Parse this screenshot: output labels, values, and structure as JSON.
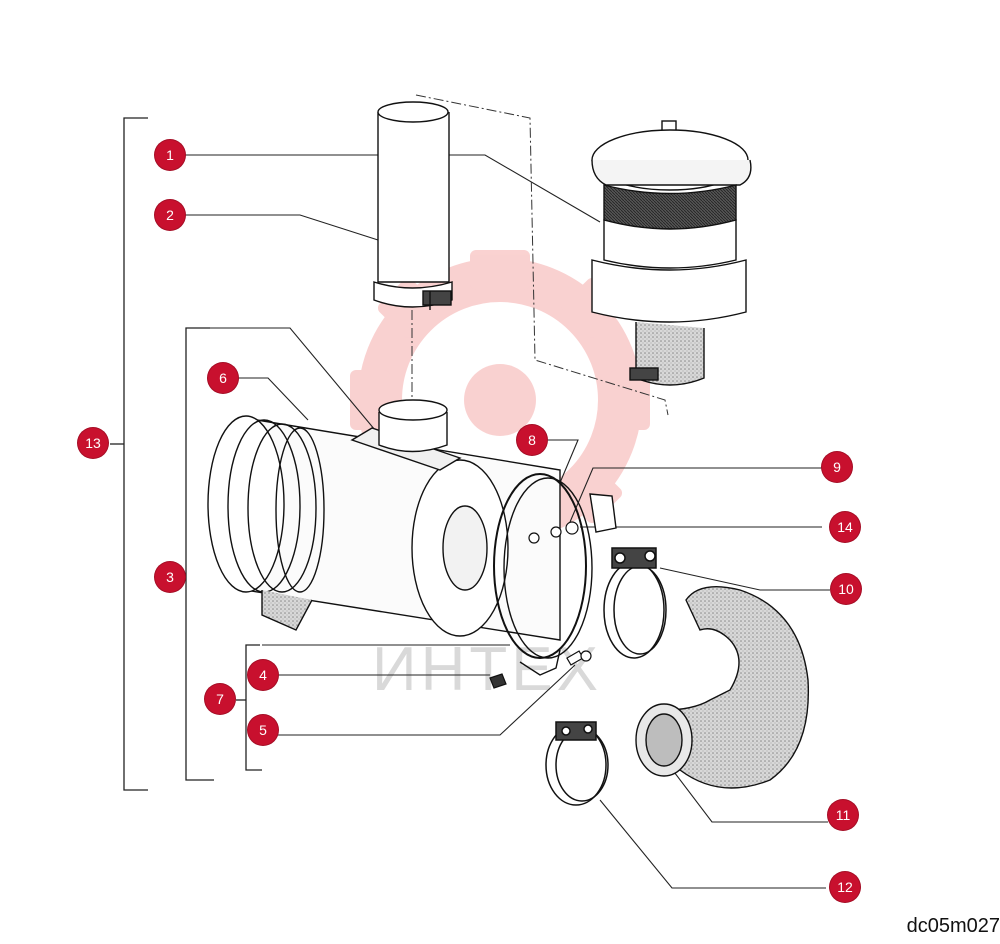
{
  "diagram": {
    "code": "dc05m027",
    "watermark_text": "ИНТЕХ",
    "accent": "#c8102e",
    "callouts": [
      "1",
      "2",
      "3",
      "4",
      "5",
      "6",
      "7",
      "8",
      "9",
      "10",
      "11",
      "12",
      "13",
      "14"
    ]
  }
}
